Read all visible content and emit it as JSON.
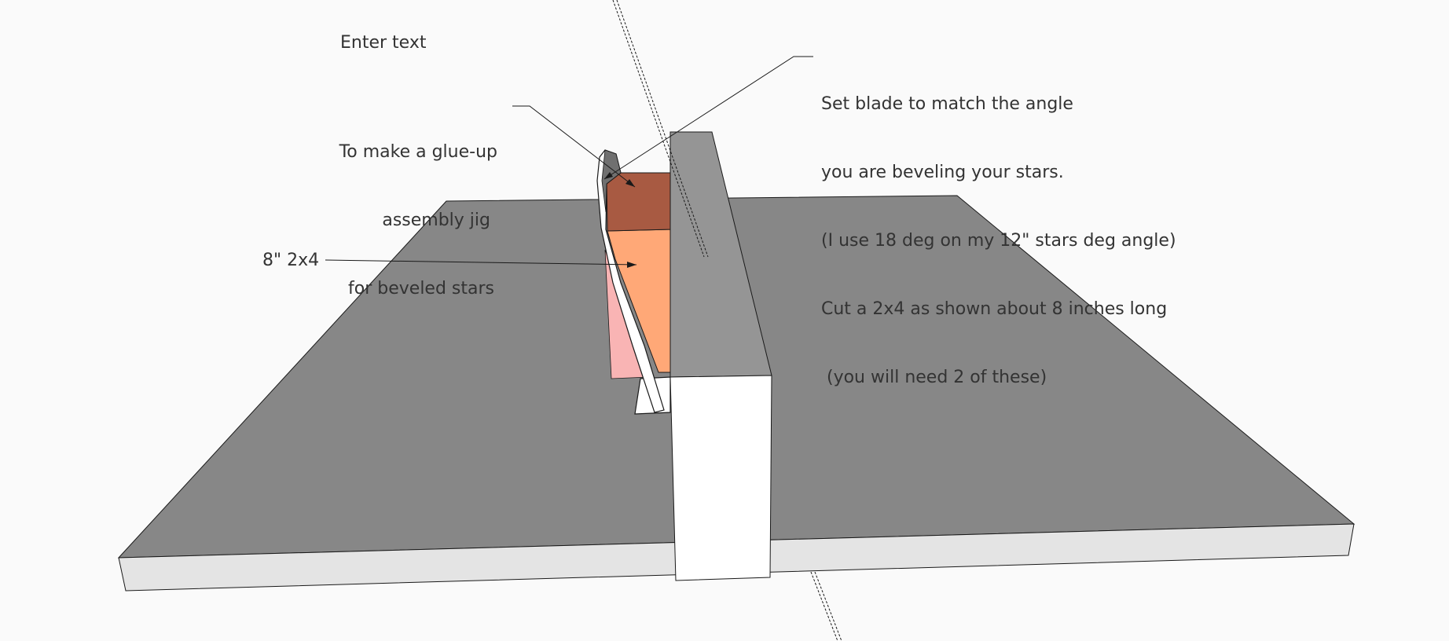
{
  "labels": {
    "enter_text": "Enter text",
    "jig_lines": [
      "To make a glue-up",
      "assembly jig",
      "for beveled stars"
    ],
    "blade_lines": [
      "Set blade to match the angle",
      "you are beveling your stars.",
      "(I use 18 deg on my 12\" stars deg angle)",
      "Cut a 2x4 as shown about 8 inches long",
      " (you will need 2 of these)"
    ],
    "board_label": "8\" 2x4"
  },
  "colors": {
    "background": "#fafafa",
    "table_top": "#878787",
    "table_edge": "#e4e4e4",
    "fence_top": "#959595",
    "fence_front": "#ffffff",
    "board_top": "#a85a42",
    "board_face": "#ffa877",
    "board_shadow": "#f9b4b4",
    "blade_dark": "#707070",
    "text": "#333333",
    "line": "#1a1a1a"
  }
}
